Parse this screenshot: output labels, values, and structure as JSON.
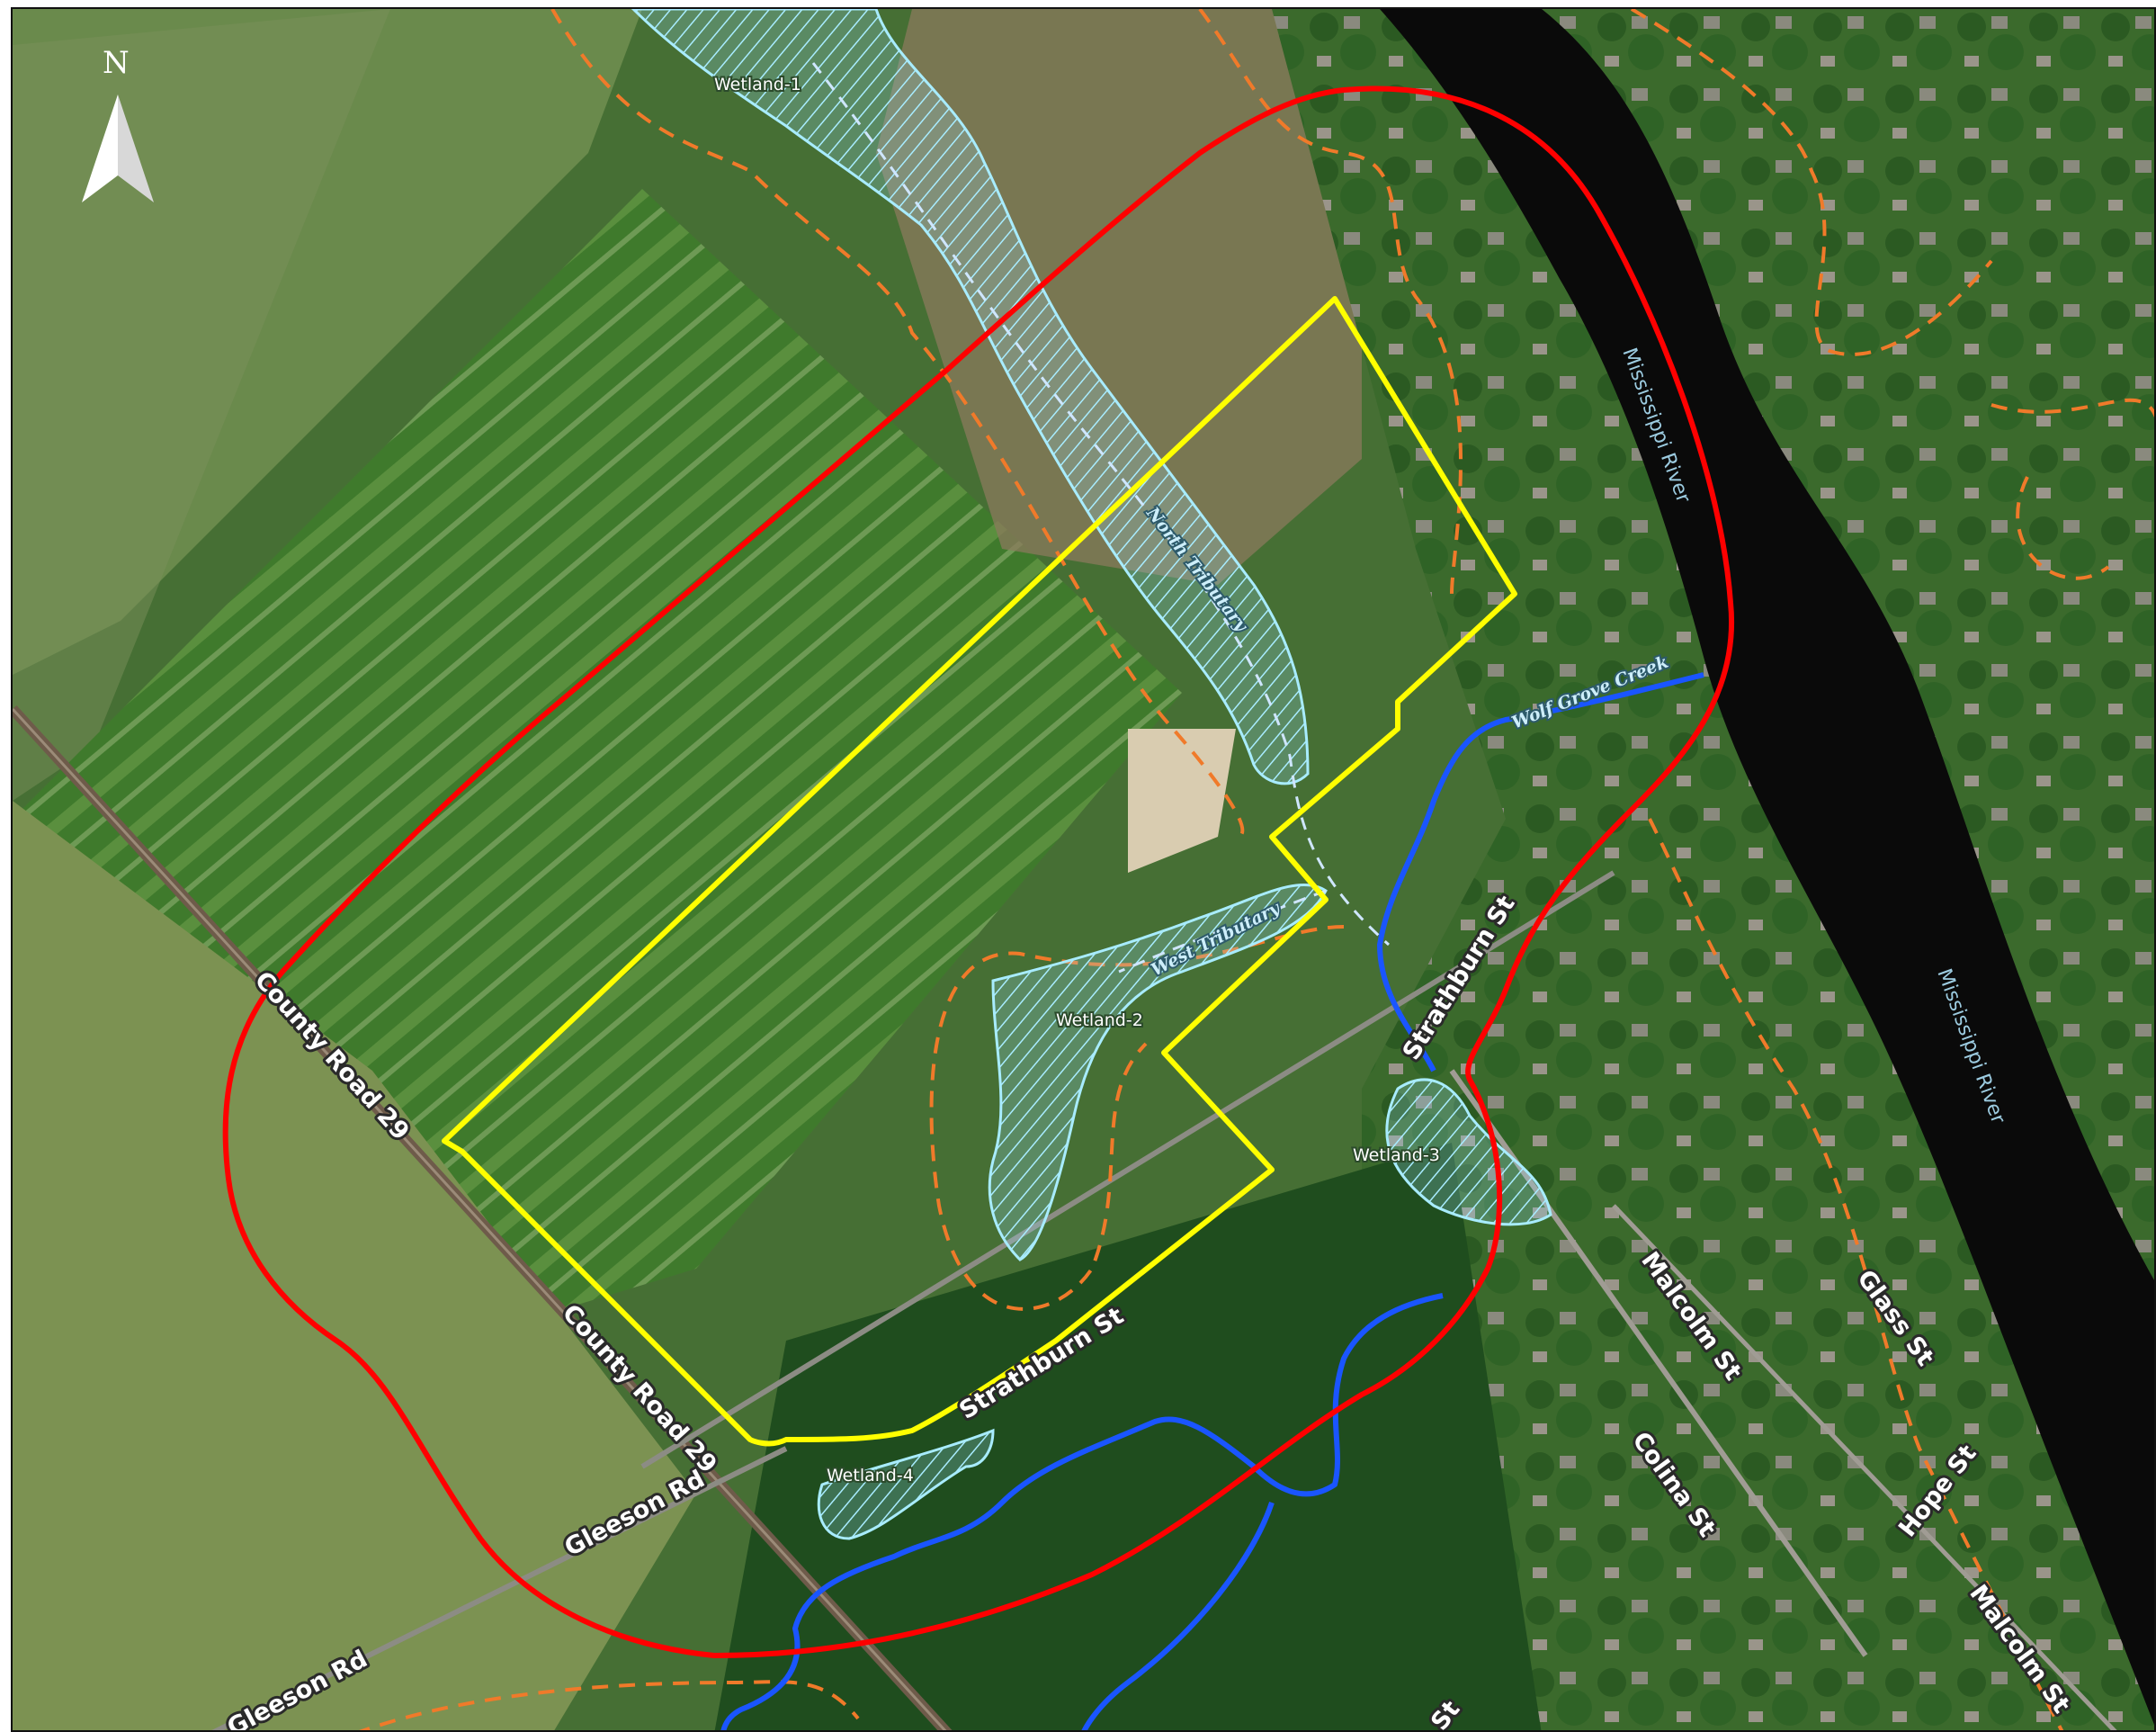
{
  "map": {
    "north_label": "N",
    "roads": {
      "county_road_1": "County Road 29",
      "county_road_2": "County Road 29",
      "strathburn_1": "Strathburn St",
      "strathburn_2": "Strathburn St",
      "gleeson_1": "Gleeson Rd",
      "gleeson_2": "Gleeson Rd",
      "malcolm_1": "Malcolm St",
      "malcolm_2": "Malcolm St",
      "glass": "Glass St",
      "colina": "Colina St",
      "hope": "Hope St",
      "partial_st": "St"
    },
    "water": {
      "river_1": "Mississippi River",
      "river_2": "Mississippi River",
      "creek": "Wolf Grove Creek",
      "north_trib": "North Tributary",
      "west_trib": "West Tributary"
    },
    "wetlands": {
      "w1": "Wetland-1",
      "w2": "Wetland-2",
      "w3": "Wetland-3",
      "w4": "Wetland-4"
    },
    "colors": {
      "site_boundary": "#ffff00",
      "buffer": "#ff0000",
      "wetland": "#9be3f2",
      "dashed_line": "#f07a2a",
      "creek": "#1a55ff",
      "river": "#0a0a0a"
    }
  }
}
